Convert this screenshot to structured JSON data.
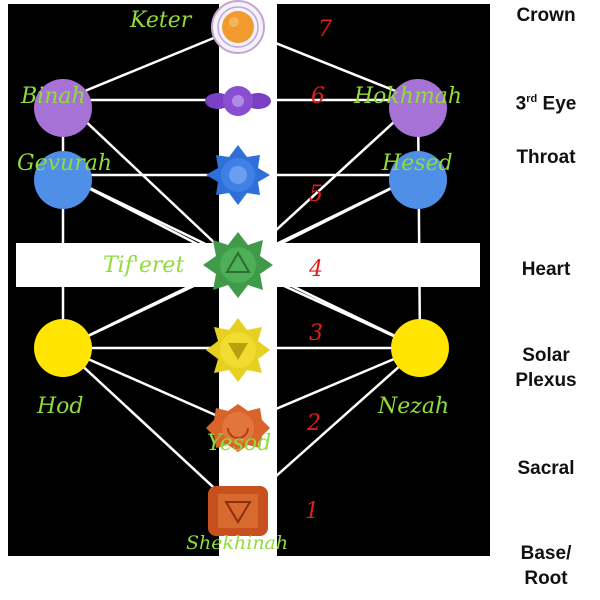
{
  "sephirot": {
    "keter": "Keter",
    "binah": "Binah",
    "hokhmah": "Hokhmah",
    "gevurah": "Gevurah",
    "hesed": "Hesed",
    "tiferet": "Tif'eret",
    "hod": "Hod",
    "nezah": "Nezah",
    "yesod": "Yesod",
    "shekhinah": "Shekhinah"
  },
  "numbers": [
    "7",
    "6",
    "5",
    "4",
    "3",
    "2",
    "1"
  ],
  "chakras": {
    "crown": "Crown",
    "third_eye": "3",
    "third_eye_sup": "rd",
    "third_eye_word": "Eye",
    "throat": "Throat",
    "heart": "Heart",
    "solar_line1": "Solar",
    "solar_line2": "Plexus",
    "sacral": "Sacral",
    "base_line1": "Base/",
    "base_line2": "Root"
  },
  "colors": {
    "background": "#000000",
    "pillar": "#ffffff",
    "paths": "#ffffff",
    "keter": "#f29a2e",
    "binah_hokhmah": "#a772d6",
    "gevurah_hesed": "#4f8fe8",
    "hod_nezah": "#ffe500",
    "crown_chakra": "#f2f2ff",
    "third_eye_chakra": "#8a4fd1",
    "throat_chakra": "#2f6fd8",
    "heart_chakra": "#3f9a4a",
    "solar_chakra": "#e8d022",
    "sacral_chakra": "#d8642a",
    "root_chakra": "#c8501e",
    "sephirah_text": "#8fdc3a",
    "number_text": "#e01e1e"
  }
}
